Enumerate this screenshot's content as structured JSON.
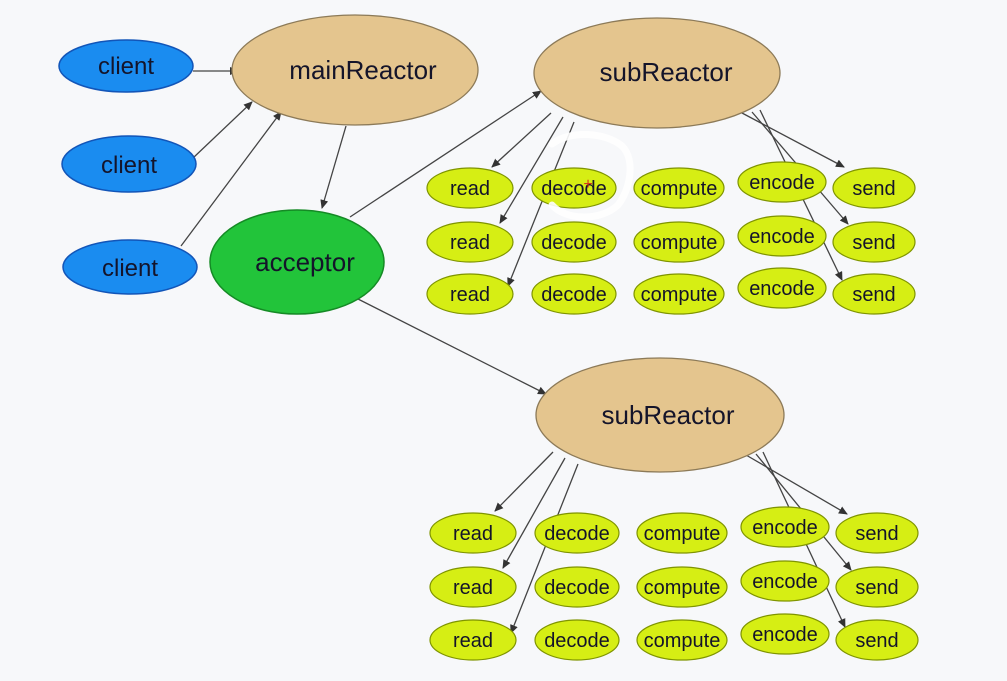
{
  "labels": {
    "client": "client",
    "main_reactor": "mainReactor",
    "acceptor": "acceptor",
    "sub_reactor": "subReactor",
    "read": "read",
    "decode": "decode",
    "compute": "compute",
    "encode": "encode",
    "send": "send"
  },
  "clients": [
    "client",
    "client",
    "client"
  ],
  "sub_reactors": [
    {
      "label": "subReactor",
      "rows": [
        [
          "read",
          "decode",
          "compute",
          "encode",
          "send"
        ],
        [
          "read",
          "decode",
          "compute",
          "encode",
          "send"
        ],
        [
          "read",
          "decode",
          "compute",
          "encode",
          "send"
        ]
      ]
    },
    {
      "label": "subReactor",
      "rows": [
        [
          "read",
          "decode",
          "compute",
          "encode",
          "send"
        ],
        [
          "read",
          "decode",
          "compute",
          "encode",
          "send"
        ],
        [
          "read",
          "decode",
          "compute",
          "encode",
          "send"
        ]
      ]
    }
  ],
  "colors": {
    "client": "#1a8cf0",
    "reactor": "#e4c58e",
    "acceptor": "#22c43a",
    "stage": "#d6ee14",
    "background": "#f7f8fa"
  }
}
